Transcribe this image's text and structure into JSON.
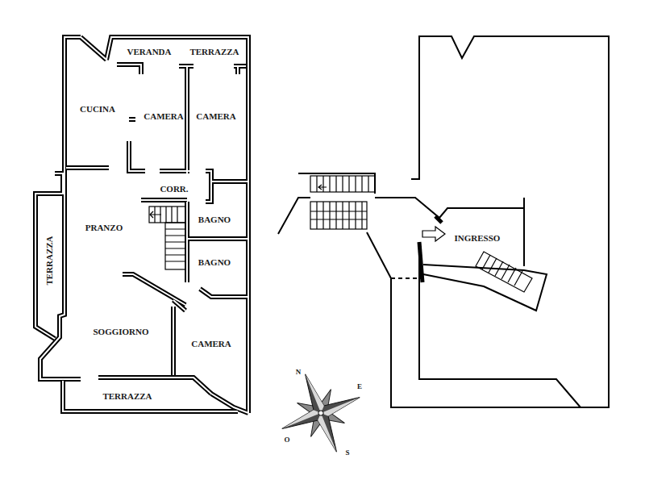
{
  "diagram": {
    "labels": [
      "VERANDA",
      "TERRAZZA",
      "CUCINA",
      "CAMERA",
      "CAMERA",
      "CORR.",
      "BAGNO",
      "PRANZO",
      "BAGNO",
      "TERRAZZA",
      "SOGGIORNO",
      "CAMERA",
      "TERRAZZA",
      "INGRESSO",
      "N",
      "E",
      "O",
      "S"
    ]
  }
}
